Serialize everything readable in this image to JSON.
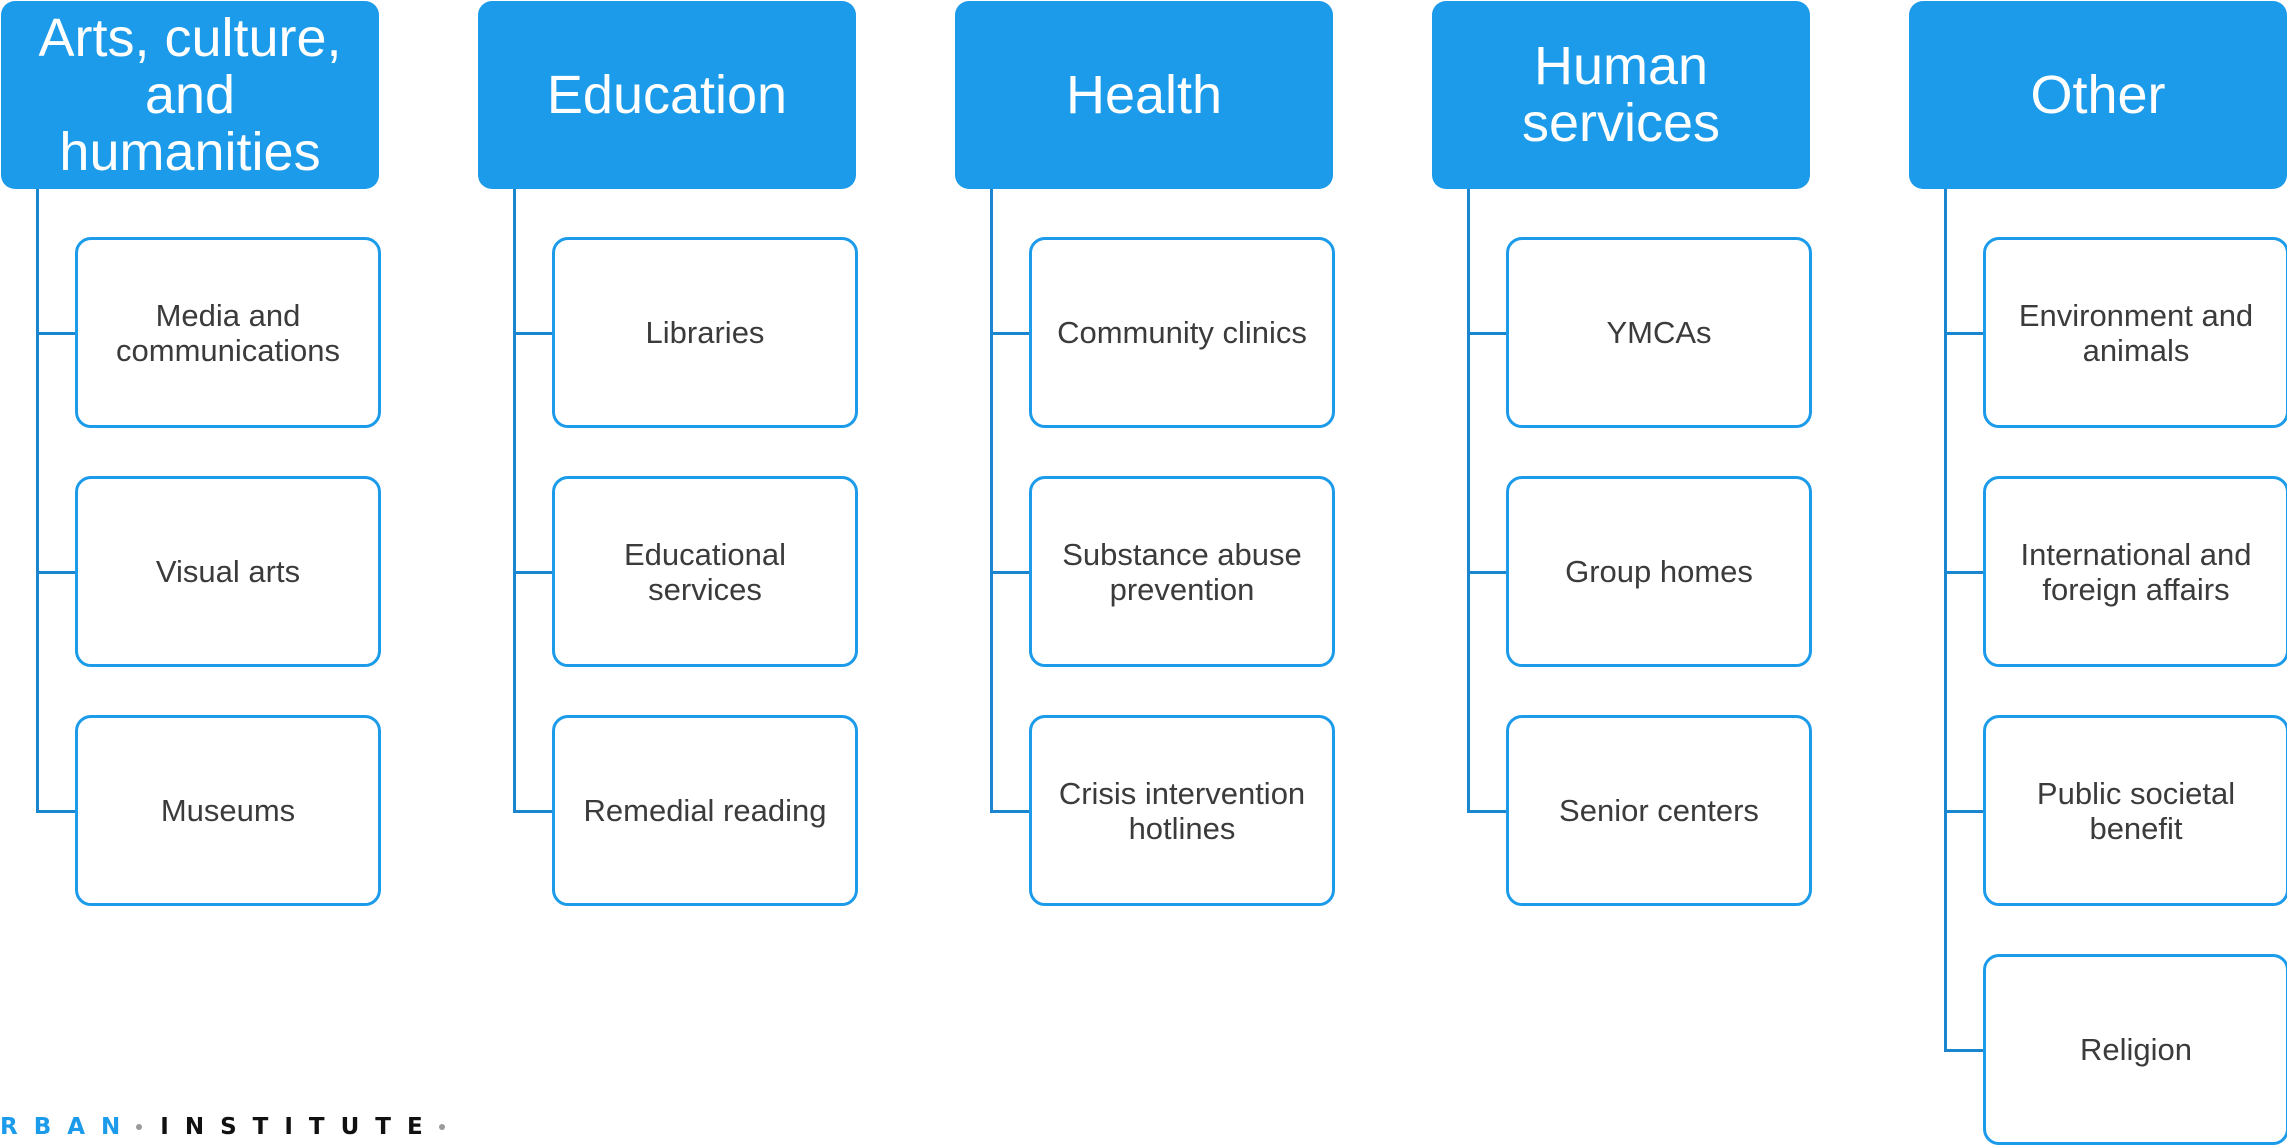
{
  "columns": [
    {
      "title": "Arts, culture, and humanities",
      "items": [
        "Media and communications",
        "Visual arts",
        "Museums"
      ]
    },
    {
      "title": "Education",
      "items": [
        "Libraries",
        "Educational services",
        "Remedial reading"
      ]
    },
    {
      "title": "Health",
      "items": [
        "Community clinics",
        "Substance abuse prevention",
        "Crisis intervention hotlines"
      ]
    },
    {
      "title": "Human services",
      "items": [
        "YMCAs",
        "Group homes",
        "Senior centers"
      ]
    },
    {
      "title": "Other",
      "items": [
        "Environment and animals",
        "International and foreign affairs",
        "Public societal benefit",
        "Religion"
      ]
    }
  ],
  "logo": {
    "part1": "RBAN",
    "part2": "INSTITUTE"
  },
  "colors": {
    "header_fill": "#1b9bea",
    "connector": "#1a86cf",
    "card_border": "#1b9bea",
    "text": "#3b3b3b"
  }
}
